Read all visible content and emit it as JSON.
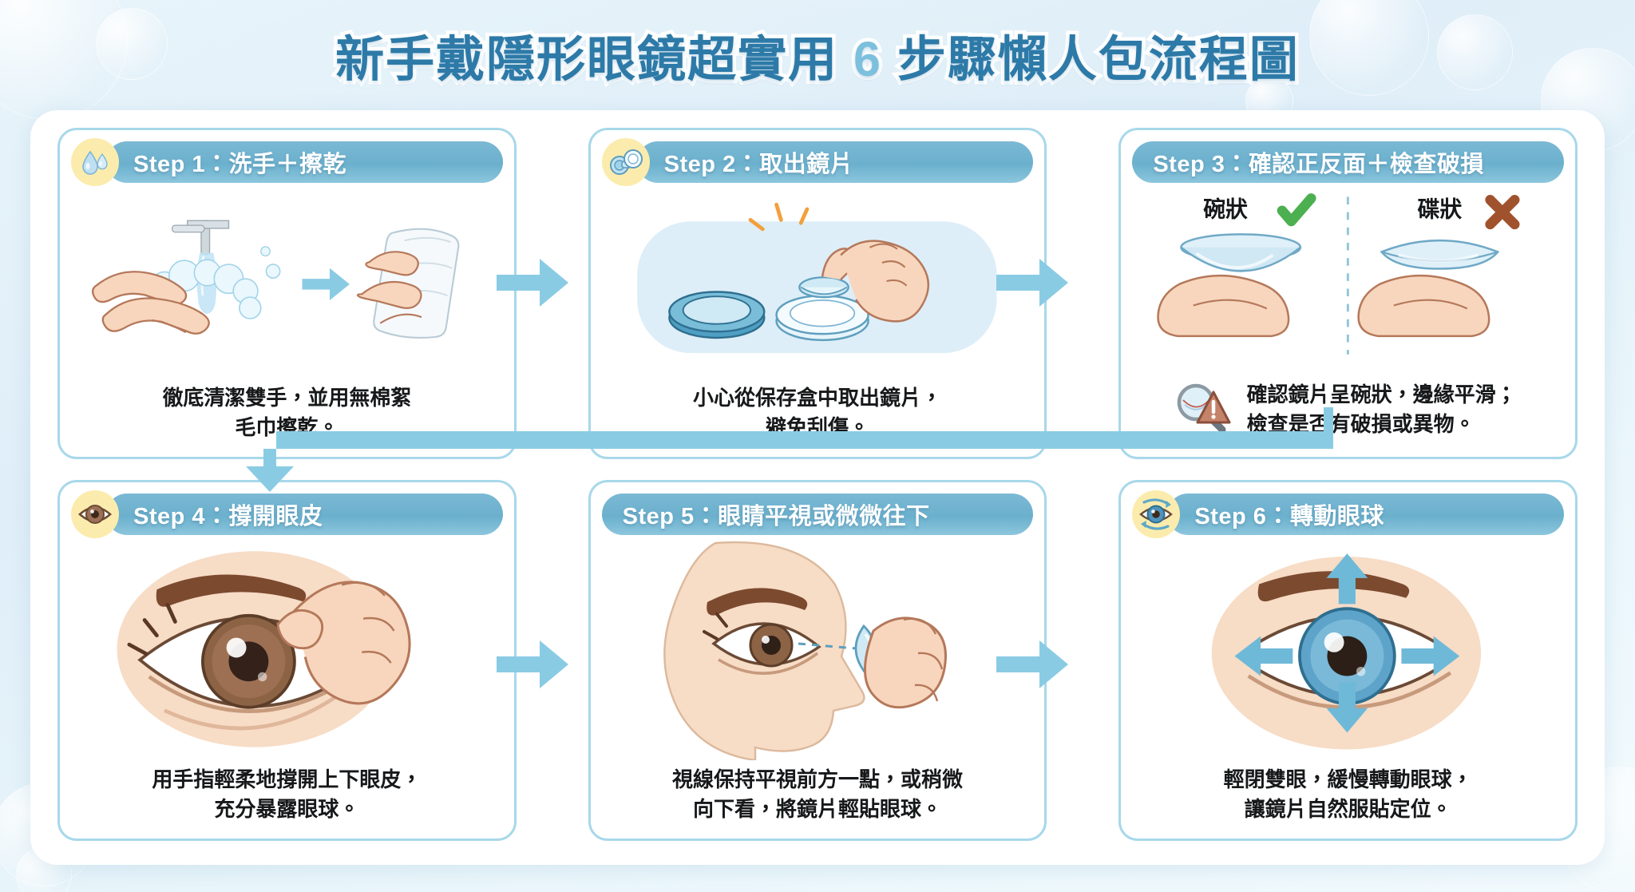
{
  "title": {
    "prefix": "新手戴隱形眼鏡超實用",
    "number": "6",
    "suffix": "步驟懶人包流程圖",
    "full": "新手戴隱形眼鏡超實用 6 步驟懶人包流程圖"
  },
  "colors": {
    "page_background": "#e4f1f9",
    "panel_background": "#ffffff",
    "card_border": "#a8d8ea",
    "header_bar": "#6bb0cd",
    "header_icon_circle": "#fbecad",
    "title_text": "#2d7aa8",
    "title_number": "#7cc0dd",
    "arrow": "#8acbe4",
    "caption_text": "#16181a",
    "check_green": "#4caf50",
    "cross_brown": "#a0522d",
    "skin": "#f5d3bb",
    "lens_blue": "#bfe3f2"
  },
  "steps": [
    {
      "id": "step-1",
      "header": "Step 1：洗手＋擦乾",
      "icon": "water-droplet-icon",
      "has_icon": true,
      "caption": "徹底清潔雙手，並用無棉絮\n毛巾擦乾。",
      "art": "handwashing-and-drying-illustration"
    },
    {
      "id": "step-2",
      "header": "Step 2：取出鏡片",
      "icon": "lens-case-icon",
      "has_icon": true,
      "caption": "小心從保存盒中取出鏡片，\n避免刮傷。",
      "art": "removing-lens-from-case-illustration"
    },
    {
      "id": "step-3",
      "header": "Step 3：確認正反面＋檢查破損",
      "icon": null,
      "has_icon": false,
      "caption": "確認鏡片呈碗狀，邊緣平滑；\n檢查是否有破損或異物。",
      "art": "lens-orientation-comparison-illustration",
      "compare": {
        "correct_label": "碗狀",
        "correct_mark": "✔",
        "wrong_label": "碟狀",
        "wrong_mark": "✘"
      },
      "caption_icons": [
        "magnifier-icon",
        "warning-triangle-icon"
      ]
    },
    {
      "id": "step-4",
      "header": "Step 4：撐開眼皮",
      "icon": "brown-eye-icon",
      "has_icon": true,
      "caption": "用手指輕柔地撐開上下眼皮，\n充分暴露眼球。",
      "art": "holding-eyelids-open-illustration"
    },
    {
      "id": "step-5",
      "header": "Step 5：眼睛平視或微微往下",
      "icon": null,
      "has_icon": false,
      "caption": "視線保持平視前方一點，或稍微\n向下看，將鏡片輕貼眼球。",
      "art": "side-profile-lens-approach-illustration"
    },
    {
      "id": "step-6",
      "header": "Step 6：轉動眼球",
      "icon": "rotating-eye-icon",
      "has_icon": true,
      "caption": "輕閉雙眼，緩慢轉動眼球，\n讓鏡片自然服貼定位。",
      "art": "eye-rotation-arrows-illustration"
    }
  ],
  "flow": {
    "arrows": [
      {
        "name": "arrow-step1-to-step2",
        "direction": "right"
      },
      {
        "name": "arrow-step2-to-step3",
        "direction": "right"
      },
      {
        "name": "arrow-step3-to-step4",
        "direction": "down-left-wrap"
      },
      {
        "name": "arrow-step4-to-step5",
        "direction": "right"
      },
      {
        "name": "arrow-step5-to-step6",
        "direction": "right"
      }
    ]
  }
}
